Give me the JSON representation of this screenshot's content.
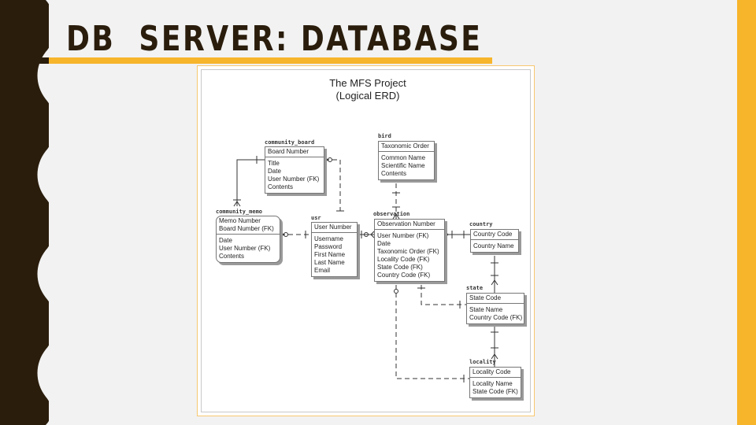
{
  "slide": {
    "title": "DB  SERVER: DATABASE",
    "colors": {
      "accent": "#f7b52c",
      "dark": "#2a1d0c"
    }
  },
  "erd": {
    "title_line1": "The MFS Project",
    "title_line2": "(Logical ERD)",
    "entities": {
      "community_board": {
        "name": "community_board",
        "key": [
          "Board Number"
        ],
        "attrs": [
          "Title",
          "Date",
          "User Number (FK)",
          "Contents"
        ]
      },
      "bird": {
        "name": "bird",
        "key": [
          "Taxonomic Order"
        ],
        "attrs": [
          "Common Name",
          "Scientific Name",
          "Contents"
        ]
      },
      "community_memo": {
        "name": "community_memo",
        "key": [
          "Memo Number",
          "Board Number (FK)"
        ],
        "attrs": [
          "Date",
          "User Number (FK)",
          "Contents"
        ]
      },
      "usr": {
        "name": "usr",
        "key": [
          "User Number"
        ],
        "attrs": [
          "Username",
          "Password",
          "First Name",
          "Last Name",
          "Email"
        ]
      },
      "observation": {
        "name": "observation",
        "key": [
          "Observation Number"
        ],
        "attrs": [
          "User Number (FK)",
          "Date",
          "Taxonomic Order (FK)",
          "Locality Code (FK)",
          "State Code (FK)",
          "Country Code (FK)"
        ]
      },
      "country": {
        "name": "country",
        "key": [
          "Country Code"
        ],
        "attrs": [
          "Country Name"
        ]
      },
      "state": {
        "name": "state",
        "key": [
          "State Code"
        ],
        "attrs": [
          "State Name",
          "Country Code (FK)"
        ]
      },
      "locality": {
        "name": "locality",
        "key": [
          "Locality Code"
        ],
        "attrs": [
          "Locality Name",
          "State Code (FK)"
        ]
      }
    }
  }
}
